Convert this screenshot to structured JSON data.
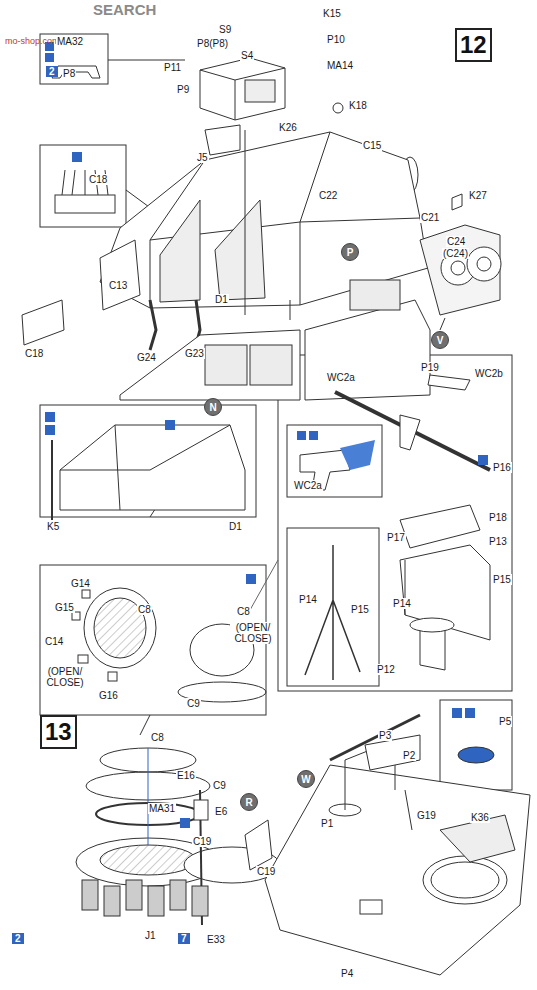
{
  "diagram": {
    "nodes": [
      {
        "text": [
          "12"
        ]
      },
      {
        "text": [
          "P"
        ]
      },
      {
        "text": [
          "V"
        ]
      },
      {
        "text": [
          "N"
        ]
      },
      {
        "text": [
          "13"
        ]
      },
      {
        "text": [
          "W"
        ]
      },
      {
        "text": [
          "R"
        ]
      }
    ],
    "labels": [
      "SEARCH",
      "mo-shop.com",
      "MA32",
      "P8",
      "2",
      "K15",
      "S9",
      "P8(P8)",
      "P10",
      "S4",
      "P11",
      "MA14",
      "P9",
      "K18",
      "K26",
      "C15",
      "C21",
      "J5",
      "C18",
      "C22",
      "K27",
      "C24",
      "(C24)",
      "G24",
      "G23",
      "C13",
      "C18",
      "D1",
      "K5",
      "D1",
      "WC2a",
      "P19",
      "WC2b",
      "WC2a",
      "P16",
      "P17",
      "P18",
      "P13",
      "P15",
      "P14",
      "P15",
      "P14",
      "P12",
      "G14",
      "G15",
      "C8",
      "C14",
      "(OPEN/ CLOSE)",
      "G16",
      "C8",
      "(OPEN/ CLOSE)",
      "C9",
      "C8",
      "C9",
      "MA31",
      "C19",
      "J1",
      "7",
      "2",
      "E16",
      "E6",
      "C19",
      "E33",
      "P3",
      "P2",
      "P1",
      "G19",
      "K36",
      "P5",
      "P4"
    ]
  }
}
